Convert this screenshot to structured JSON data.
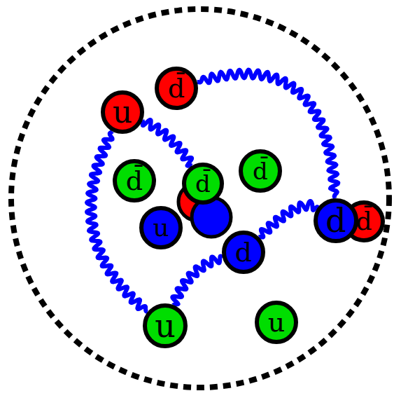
{
  "diagram": {
    "nodes": [
      {
        "text": [
          "u"
        ]
      },
      {
        "text": [
          "d̄"
        ]
      },
      {
        "text": [
          "d̄"
        ]
      },
      {
        "text": [
          "d̄"
        ]
      },
      {
        "text": [
          "d̄"
        ]
      },
      {
        "text": [
          "u"
        ]
      },
      {
        "text": [
          "d̄"
        ]
      },
      {
        "text": [
          "d"
        ]
      },
      {
        "text": [
          "d"
        ]
      },
      {
        "text": [
          "u"
        ]
      },
      {
        "text": [
          "u"
        ]
      }
    ],
    "edges": [
      {
        "from": 1,
        "to": 7,
        "arrow": "none"
      },
      {
        "from": 0,
        "to": 9,
        "arrow": "none"
      },
      {
        "from": 0,
        "to": 3,
        "arrow": "none"
      },
      {
        "from": 8,
        "to": 7,
        "arrow": "none"
      },
      {
        "from": 9,
        "to": 8,
        "arrow": "none"
      }
    ]
  }
}
